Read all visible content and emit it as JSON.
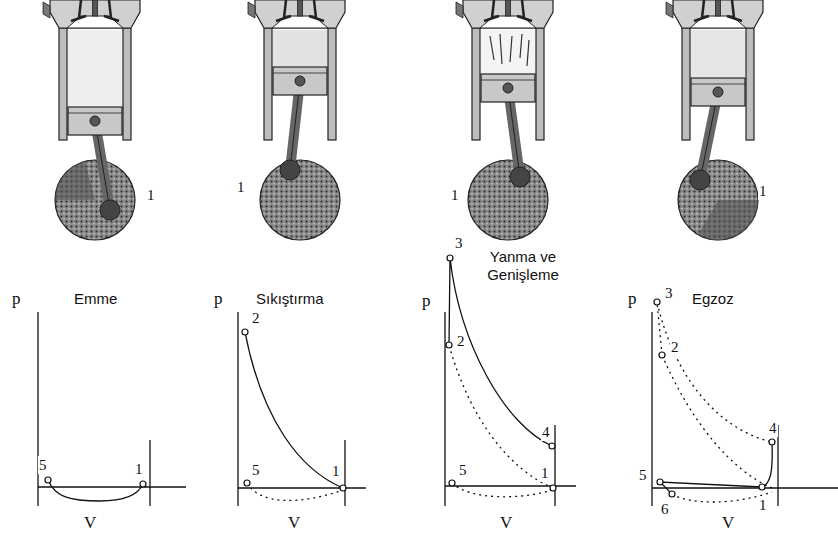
{
  "diagram": {
    "labels": [
      "1",
      "1",
      "1",
      "1",
      "Emme",
      "p",
      "5",
      "1",
      "V",
      "Sıkıştırma",
      "p",
      "2",
      "5",
      "1",
      "V",
      "Yanma ve Genişleme",
      "p",
      "3",
      "2",
      "5",
      "4",
      "1",
      "V",
      "Egzoz",
      "p",
      "3",
      "2",
      "4",
      "5",
      "6",
      "1",
      "V"
    ]
  }
}
